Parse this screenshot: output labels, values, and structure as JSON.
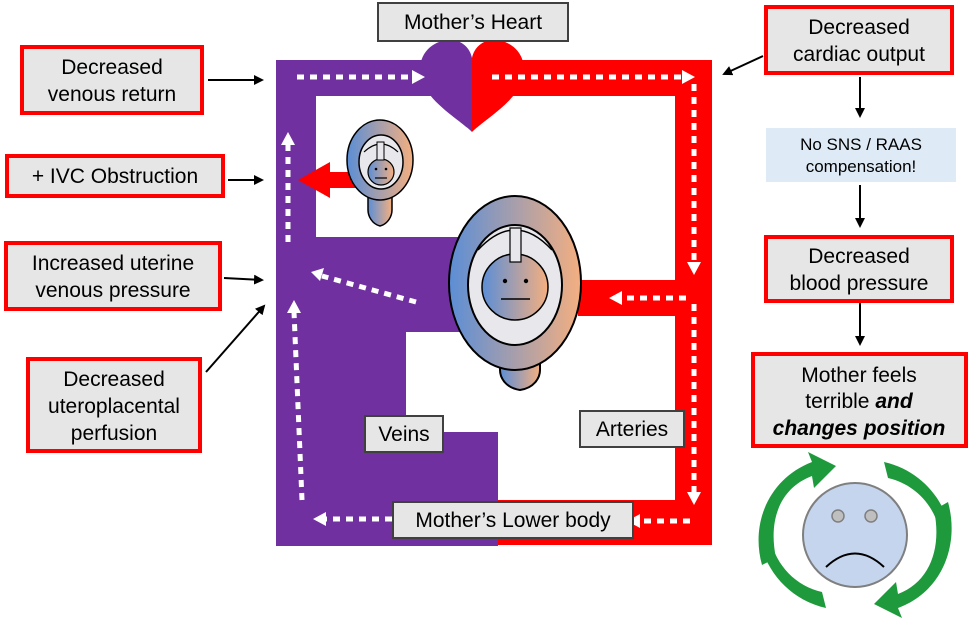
{
  "colors": {
    "vein": "#7030A0",
    "artery": "#FF0000",
    "box_fill": "#E6E6E6",
    "box_border_red": "#FF0000",
    "box_border_gray": "#404040",
    "note_fill": "#DEEBF7",
    "rotate_arrow": "#1E9A3C",
    "face_fill": "#C5D5EE"
  },
  "labels": {
    "mothers_heart": "Mother’s Heart",
    "decreased_cardiac_output": [
      "Decreased",
      "cardiac output"
    ],
    "no_sns_raas": [
      "No SNS / RAAS",
      "compensation!"
    ],
    "decreased_blood_pressure": [
      "Decreased",
      "blood pressure"
    ],
    "mother_feels": [
      "Mother feels",
      "terrible",
      "and",
      "changes position"
    ],
    "decreased_venous_return": [
      "Decreased",
      "venous return"
    ],
    "ivc_obstruction": "+ IVC Obstruction",
    "increased_uterine_pressure": [
      "Increased uterine",
      "venous pressure"
    ],
    "decreased_uteroplacental": [
      "Decreased",
      "uteroplacental",
      "perfusion"
    ],
    "veins": "Veins",
    "arteries": "Arteries",
    "mothers_lower_body": "Mother’s Lower body"
  },
  "icons": {
    "sad_face": "sad-face-icon",
    "rotation_arrows": "rotation-arrow-icon",
    "fetus_small": "fetus-icon",
    "fetus_large": "fetus-icon"
  }
}
